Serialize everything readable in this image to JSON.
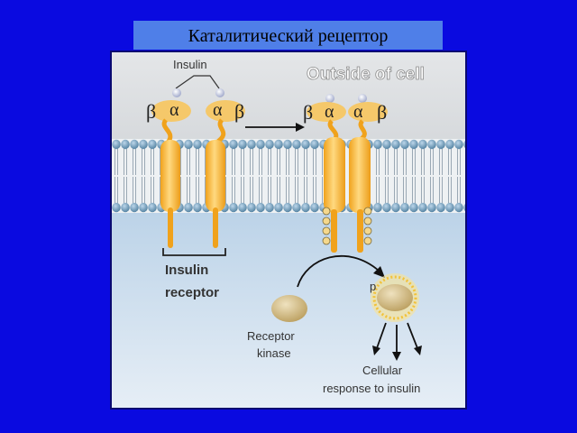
{
  "slide": {
    "title": "Каталитический рецептор"
  },
  "diagram": {
    "ligand_label": "Insulin",
    "region_label": "Outside of cell",
    "receptor_label_line1": "Insulin",
    "receptor_label_line2": "receptor",
    "subunit_alpha": "α",
    "subunit_beta": "β",
    "phosphate_mark": "p",
    "kinase_label_line1": "Receptor",
    "kinase_label_line2": "kinase",
    "response_label_line1": "Cellular",
    "response_label_line2": "response to insulin"
  },
  "colors": {
    "background": "#0a0ae0",
    "title_bar": "#4f7fe8",
    "receptor": "#f6b840",
    "subunit": "#f5c86a",
    "membrane_head": "#5f8fb0",
    "cytoplasm": "#c9dced"
  }
}
